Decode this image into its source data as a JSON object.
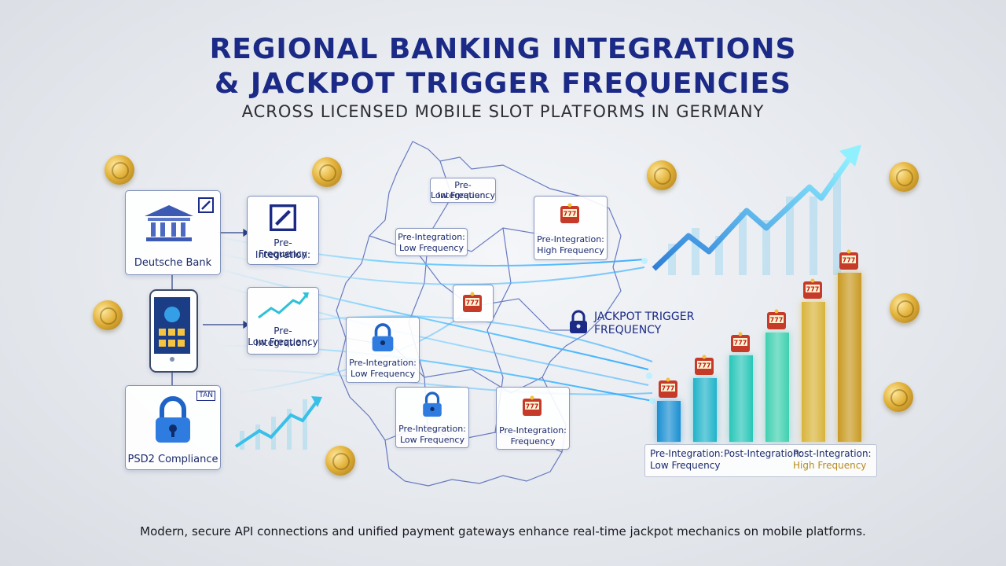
{
  "header": {
    "title_line1": "REGIONAL BANKING INTEGRATIONS",
    "title_line2": "& JACKPOT TRIGGER FREQUENCIES",
    "subtitle": "ACROSS LICENSED MOBILE SLOT PLATFORMS IN GERMANY"
  },
  "left_panel": {
    "bank_label": "Deutsche Bank",
    "psd2_label": "PSD2 Compliance",
    "psd2_badge": "TAN",
    "card1_line1": "Pre-Integration:",
    "card1_line2": "Frequency",
    "card2_line1": "Pre-Integration:",
    "card2_line2": "Low Frequency"
  },
  "map": {
    "north": {
      "line1": "Pre-Integration:",
      "line2": "Low Frequency"
    },
    "northwest": {
      "line1": "Pre-Integration:",
      "line2": "Low Frequency"
    },
    "northeast": {
      "line1": "Pre-Integration:",
      "line2": "High Frequency"
    },
    "west": {
      "line1": "Pre-Integration:",
      "line2": "Low Frequency"
    },
    "south": {
      "line1": "Pre-Integration:",
      "line2": "Low Frequency"
    },
    "southeast": {
      "line1": "Pre-Integration:",
      "line2": "Frequency"
    },
    "slot_text": "777"
  },
  "chart": {
    "jackpot_label": "JACKPOT TRIGGER FREQUENCY",
    "legend": {
      "c1_line1": "Pre-Integration:",
      "c1_line2": "Low Frequency",
      "c2_line1": "Post-Integration:",
      "c3_line1": "Post-Integration:",
      "c3_line2": "High Frequency"
    }
  },
  "chart_data": {
    "type": "bar",
    "categories": [
      "",
      "",
      "",
      "",
      "",
      ""
    ],
    "values": [
      1,
      1.55,
      2.1,
      2.65,
      3.4,
      4.1
    ],
    "colors": [
      "#1a8fd1",
      "#20b3c9",
      "#28c6b8",
      "#3fd0b0",
      "#d8b43a",
      "#c99a22"
    ]
  },
  "footer": "Modern, secure API connections and unified payment gateways enhance real-time jackpot mechanics on mobile platforms."
}
